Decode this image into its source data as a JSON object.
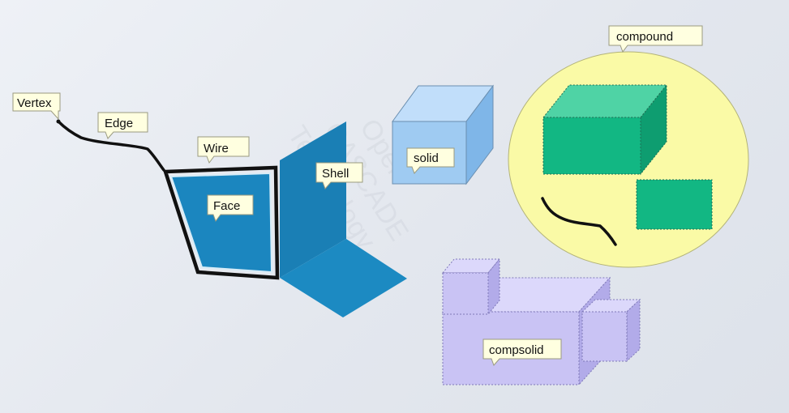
{
  "labels": {
    "vertex": "Vertex",
    "edge": "Edge",
    "wire": "Wire",
    "face": "Face",
    "shell": "Shell",
    "solid": "solid",
    "compound": "compound",
    "compsolid": "compsolid"
  },
  "watermark": {
    "line1": "Open",
    "line2": "CASCADE",
    "line3": "Technology"
  },
  "colors": {
    "face_blue": "#1b86bf",
    "shell_blue": "#1a7fb5",
    "solid_blue": "#9fcbf2",
    "compound_fill": "#fafaa6",
    "compound_green": "#12b783",
    "compsolid_lavender": "#c9c3f4",
    "callout_fill": "#ffffe0",
    "outline_black": "#111111"
  }
}
